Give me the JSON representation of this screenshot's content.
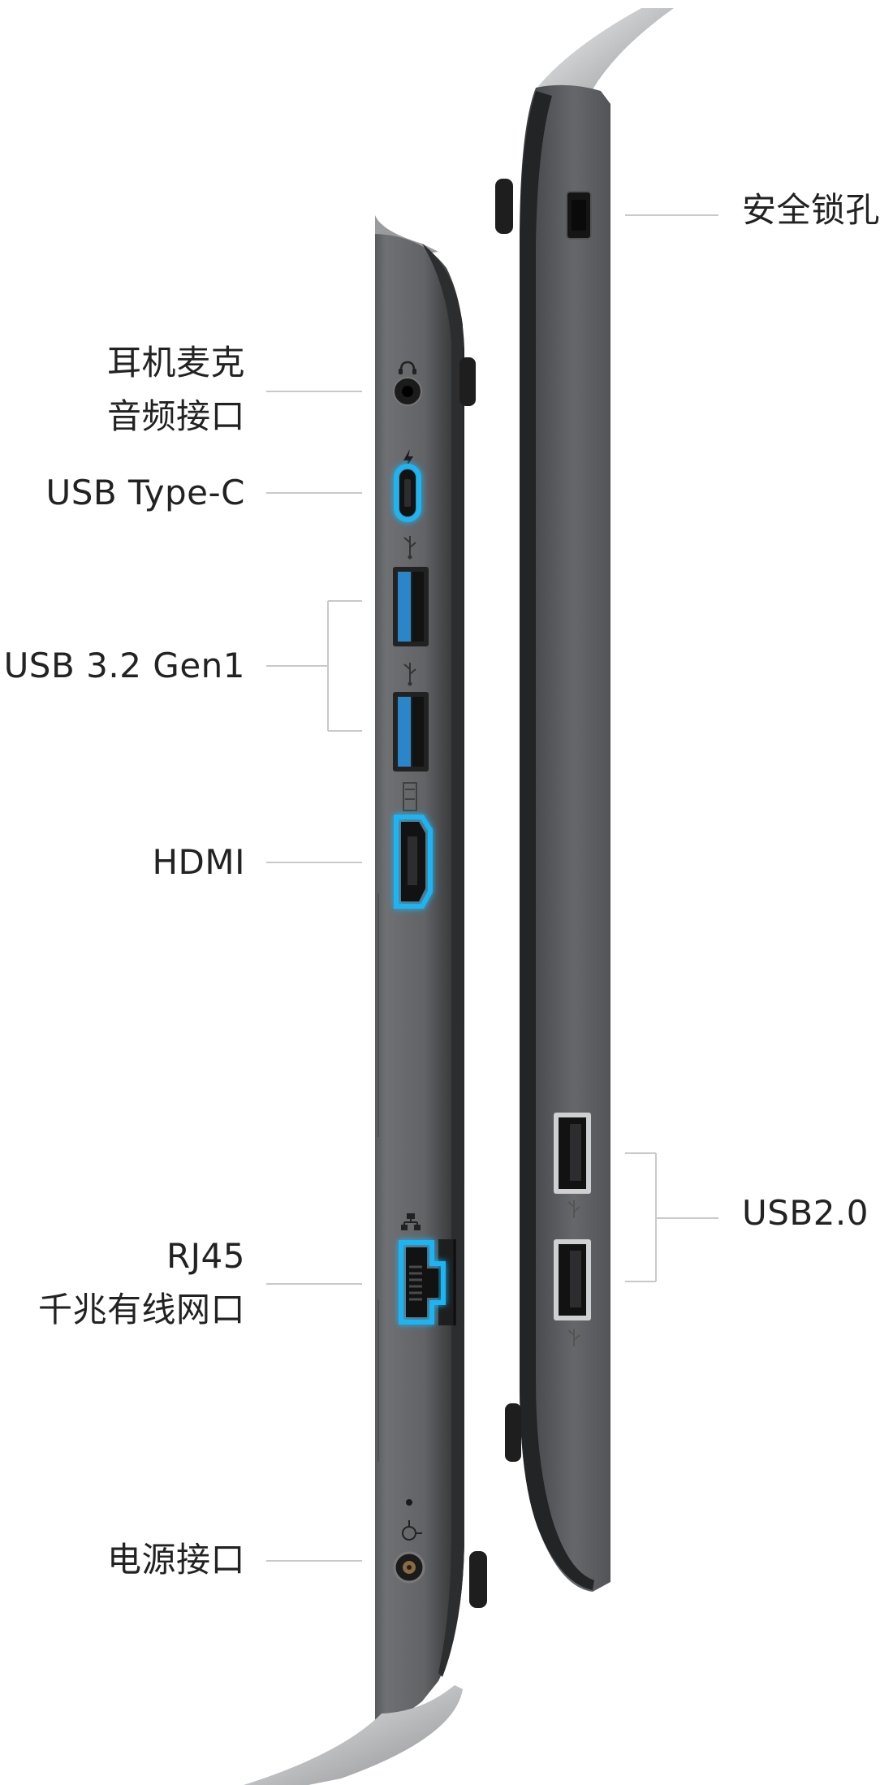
{
  "labels": {
    "headphone_line1": "耳机麦克",
    "headphone_line2": "音频接口",
    "usb_type_c": "USB Type-C",
    "usb_3_2": "USB 3.2 Gen1",
    "hdmi": "HDMI",
    "rj45_line1": "RJ45",
    "rj45_line2": "千兆有线网口",
    "power": "电源接口",
    "lock": "安全锁孔",
    "usb2": "USB2.0"
  },
  "port_icons": {
    "headphone": "headset-icon",
    "type_c": "thunderbolt-icon",
    "usb3": "usb-icon",
    "hdmi": "hdmi-icon",
    "lan": "network-icon",
    "power": "power-plug-icon",
    "usb2": "usb-icon"
  },
  "colors": {
    "body_dark": "#4a4b4d",
    "body_mid": "#6a6b6e",
    "edge_silver": "#c8c9cb",
    "port_glow": "#1fb4f2",
    "usb3_blue": "#2a86c8",
    "leader_line": "#c9c9c9"
  }
}
